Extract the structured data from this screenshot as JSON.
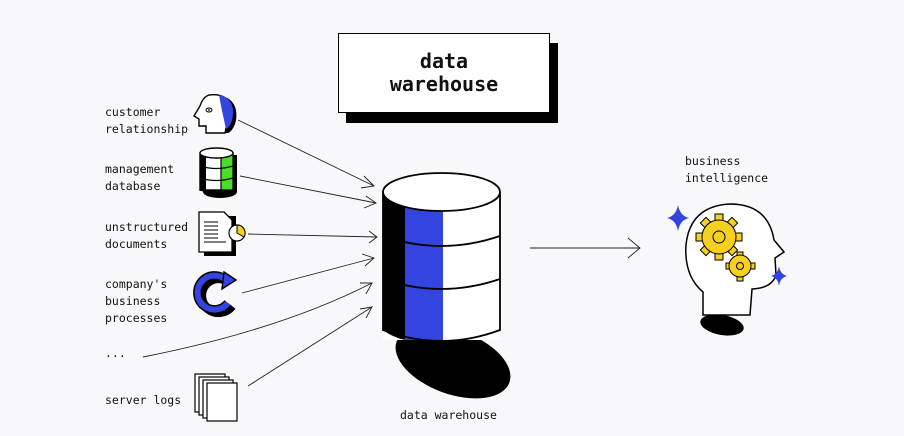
{
  "title": {
    "line1": "data",
    "line2": "warehouse"
  },
  "sources": [
    {
      "line1": "customer",
      "line2": "relationship",
      "icon": "head-profile-icon"
    },
    {
      "line1": "management",
      "line2": "database",
      "icon": "database-icon"
    },
    {
      "line1": "unstructured",
      "line2": "documents",
      "icon": "document-chart-icon"
    },
    {
      "line1": "company's",
      "line2": "business",
      "line3": "processes",
      "icon": "circular-arrow-icon"
    },
    {
      "line1": "...",
      "icon": ""
    },
    {
      "line1": "server logs",
      "icon": "stacked-pages-icon"
    }
  ],
  "warehouse_label": "data warehouse",
  "output": {
    "line1": "business",
    "line2": "intelligence",
    "icon": "head-gears-icon"
  },
  "colors": {
    "accent": "#3344e0",
    "green": "#4bdc2a",
    "yellow": "#f5d020",
    "ink": "#111111"
  }
}
